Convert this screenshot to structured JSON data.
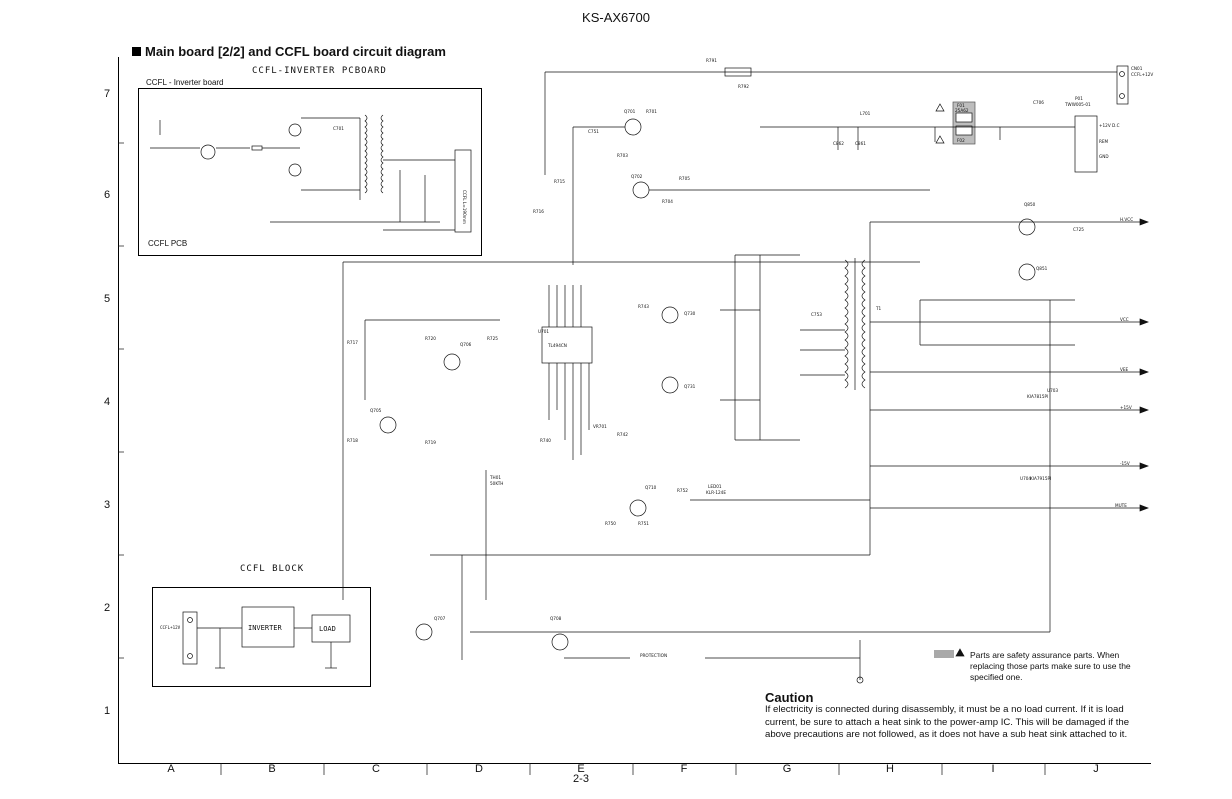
{
  "header": {
    "model": "KS-AX6700",
    "title": "Main board [2/2] and CCFL board circuit diagram",
    "page_number": "2-3"
  },
  "grid": {
    "rows": [
      "7",
      "6",
      "5",
      "4",
      "3",
      "2",
      "1"
    ],
    "columns": [
      "A",
      "B",
      "C",
      "D",
      "E",
      "F",
      "G",
      "H",
      "I",
      "J"
    ]
  },
  "ccfl_inverter": {
    "heading": "CCFL-INVERTER  PCBOARD",
    "subtitle": "CCFL - Inverter board",
    "pcb_label": "CCFL PCB",
    "lamp_label": "CCFL L=190mm"
  },
  "ccfl_block": {
    "heading": "CCFL  BLOCK",
    "connector": "CCFL+12V",
    "inverter": "INVERTER",
    "load": "LOAD"
  },
  "labels": {
    "ic_main": "U701",
    "ic_name": "TL494CN",
    "connector": "CN01",
    "connector_note": "CCFL+12V",
    "fuse_block": "F01",
    "fuse_spec": "25A62",
    "fuse2": "F02",
    "terminal_block": "P01",
    "terminal_part": "TWW005-01",
    "terminal_12v": "+12V D.C",
    "terminal_rem": "REM",
    "terminal_gnd": "GND",
    "net_hvcc": "H.VCC",
    "net_vcc": "VCC",
    "net_vee": "VEE",
    "net_p15": "+15V",
    "net_m15": "-15V",
    "net_mute": "MUTE",
    "net_protection": "PROTECTION",
    "reg_pos": "U703",
    "reg_pos_part": "KIA7815PI",
    "reg_neg": "U704",
    "reg_neg_part": "KIA7915PI",
    "transformer": "T1",
    "led": "LED01",
    "led_part": "KLR-124E",
    "thermistor": "TH01",
    "thermistor_val": "50KTH",
    "q701": "Q701",
    "q702": "Q702",
    "q705": "Q705",
    "q706": "Q706",
    "q707": "Q707",
    "q708": "Q708",
    "q710": "Q710",
    "q730": "Q730",
    "q731": "Q731",
    "q850": "Q850",
    "q851": "Q851",
    "r717": "R717",
    "r718": "R718",
    "r719": "R719",
    "r720": "R720",
    "r725": "R725",
    "r740": "R740",
    "r742": "R742",
    "r743": "R743",
    "r750": "R750",
    "r751": "R751",
    "r752": "R752",
    "r791": "R791",
    "r792": "R792",
    "r701": "R701",
    "r703": "R703",
    "r704": "R704",
    "r705": "R705",
    "r715": "R715",
    "r716": "R716",
    "c701": "C701",
    "c706": "C706",
    "c725": "C725",
    "c751": "C751",
    "c753": "C753",
    "c862": "C862",
    "c861": "C861",
    "l701": "L701",
    "vr701": "VR701"
  },
  "safety_note": "Parts are safety assurance parts. When replacing those parts make sure to use the specified one.",
  "caution": {
    "heading": "Caution",
    "text": "If electricity is connected during disassembly, it must be a no load current. If it is load current, be sure to attach a heat sink to the power-amp IC. This will be damaged if the above precautions are not followed, as it does not have a sub heat sink attached to it."
  },
  "colors": {
    "ink": "#111111",
    "safety_highlight": "#a9a9a9",
    "background": "#ffffff"
  }
}
